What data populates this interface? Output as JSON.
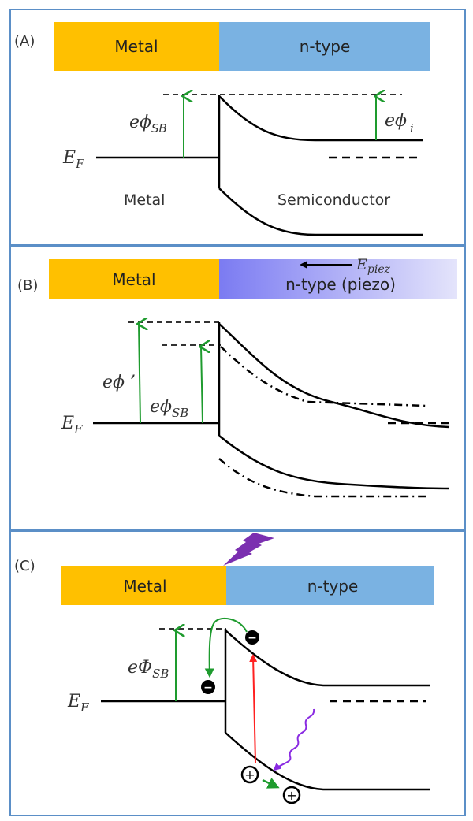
{
  "figure": {
    "colors": {
      "metal": "#FFC000",
      "n_type": "#7AB2E2",
      "piezo_start": "#7B7BF2",
      "piezo_end": "#E4E4FB",
      "frame": "#5B8FC7",
      "arrow_green": "#1E9B2E",
      "arrow_red": "#FF2020",
      "photon_purple": "#8A2BE2",
      "line": "#000000"
    },
    "panels": [
      {
        "id": "A",
        "label": "(A)",
        "bar": {
          "left": "Metal",
          "right": "n-type"
        },
        "fermi_label": "E",
        "fermi_sub": "F",
        "barrier_label": "eϕ",
        "barrier_sub": "SB",
        "interface_label": "eϕ",
        "interface_sub": "i",
        "region_left": "Metal",
        "region_right": "Semiconductor"
      },
      {
        "id": "B",
        "label": "(B)",
        "bar": {
          "left": "Metal",
          "right": "n-type (piezo)"
        },
        "field_label": "E",
        "field_sub": "piez",
        "fermi_label": "E",
        "fermi_sub": "F",
        "barrier_prime_label": "eϕ ’",
        "barrier_label": "eϕ",
        "barrier_sub": "SB"
      },
      {
        "id": "C",
        "label": "(C)",
        "bar": {
          "left": "Metal",
          "right": "n-type"
        },
        "fermi_label": "E",
        "fermi_sub": "F",
        "barrier_label": "eΦ",
        "barrier_sub": "SB",
        "electron_symbol": "−",
        "hole_symbol": "+"
      }
    ]
  }
}
